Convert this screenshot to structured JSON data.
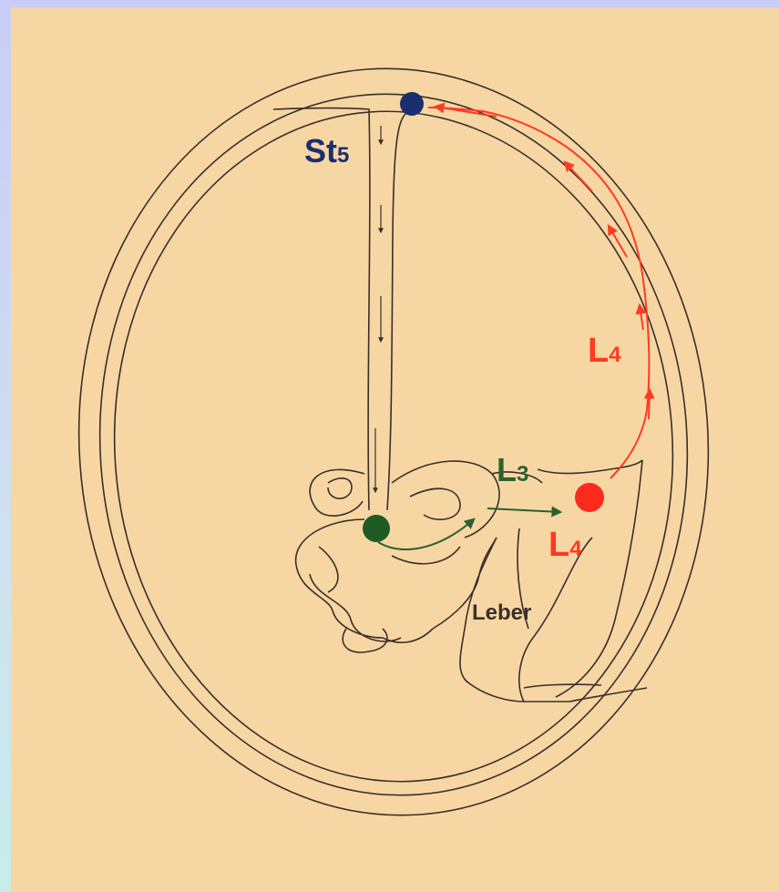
{
  "colors": {
    "paper": "#f6d7a4",
    "ink": "#3a2f2a",
    "blue": "#1b2f6e",
    "green": "#2f5f2e",
    "dark_green": "#1e5b25",
    "red": "#ff2a1e",
    "orange_red": "#ff4a2a"
  },
  "labels": {
    "st5_main": "St",
    "st5_sub": "5",
    "l4_upper_main": "L",
    "l4_upper_sub": "4",
    "l3_main": "L",
    "l3_sub": "3",
    "l4_lower_main": "L",
    "l4_lower_sub": "4",
    "leber": "Leber"
  },
  "icons": {
    "blue_point": "blue-point-icon",
    "green_point": "green-point-icon",
    "red_point": "red-point-icon"
  }
}
